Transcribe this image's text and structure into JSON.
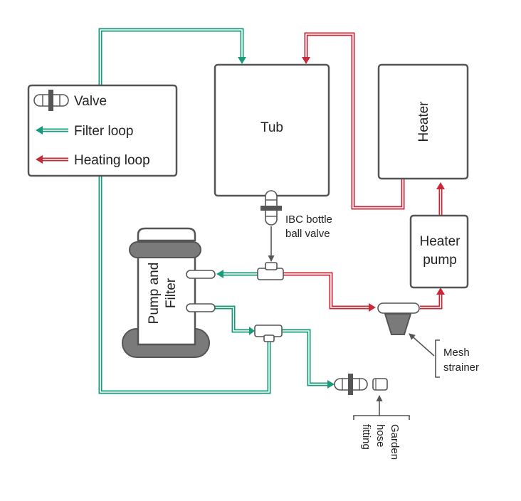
{
  "legend": {
    "items": [
      {
        "label": "Valve",
        "symbol": "valve-icon"
      },
      {
        "label": "Filter loop",
        "symbol": "filter-loop-arrow",
        "color": "#1a9a7a"
      },
      {
        "label": "Heating loop",
        "symbol": "heating-loop-arrow",
        "color": "#c8283a"
      }
    ]
  },
  "components": {
    "tub": "Tub",
    "heater": "Heater",
    "heater_pump_line1": "Heater",
    "heater_pump_line2": "pump",
    "pump_filter_line1": "Pump and",
    "pump_filter_line2": "Filter"
  },
  "annotations": {
    "ibc_valve_line1": "IBC bottle",
    "ibc_valve_line2": "ball valve",
    "mesh_strainer_line1": "Mesh",
    "mesh_strainer_line2": "strainer",
    "garden_hose_line1": "Garden",
    "garden_hose_line2": "hose",
    "garden_hose_line3": "fitting"
  },
  "colors": {
    "filter_loop": "#1a9a7a",
    "heating_loop": "#c8283a",
    "outline": "#555555",
    "dark_fill": "#7a7a7a"
  }
}
